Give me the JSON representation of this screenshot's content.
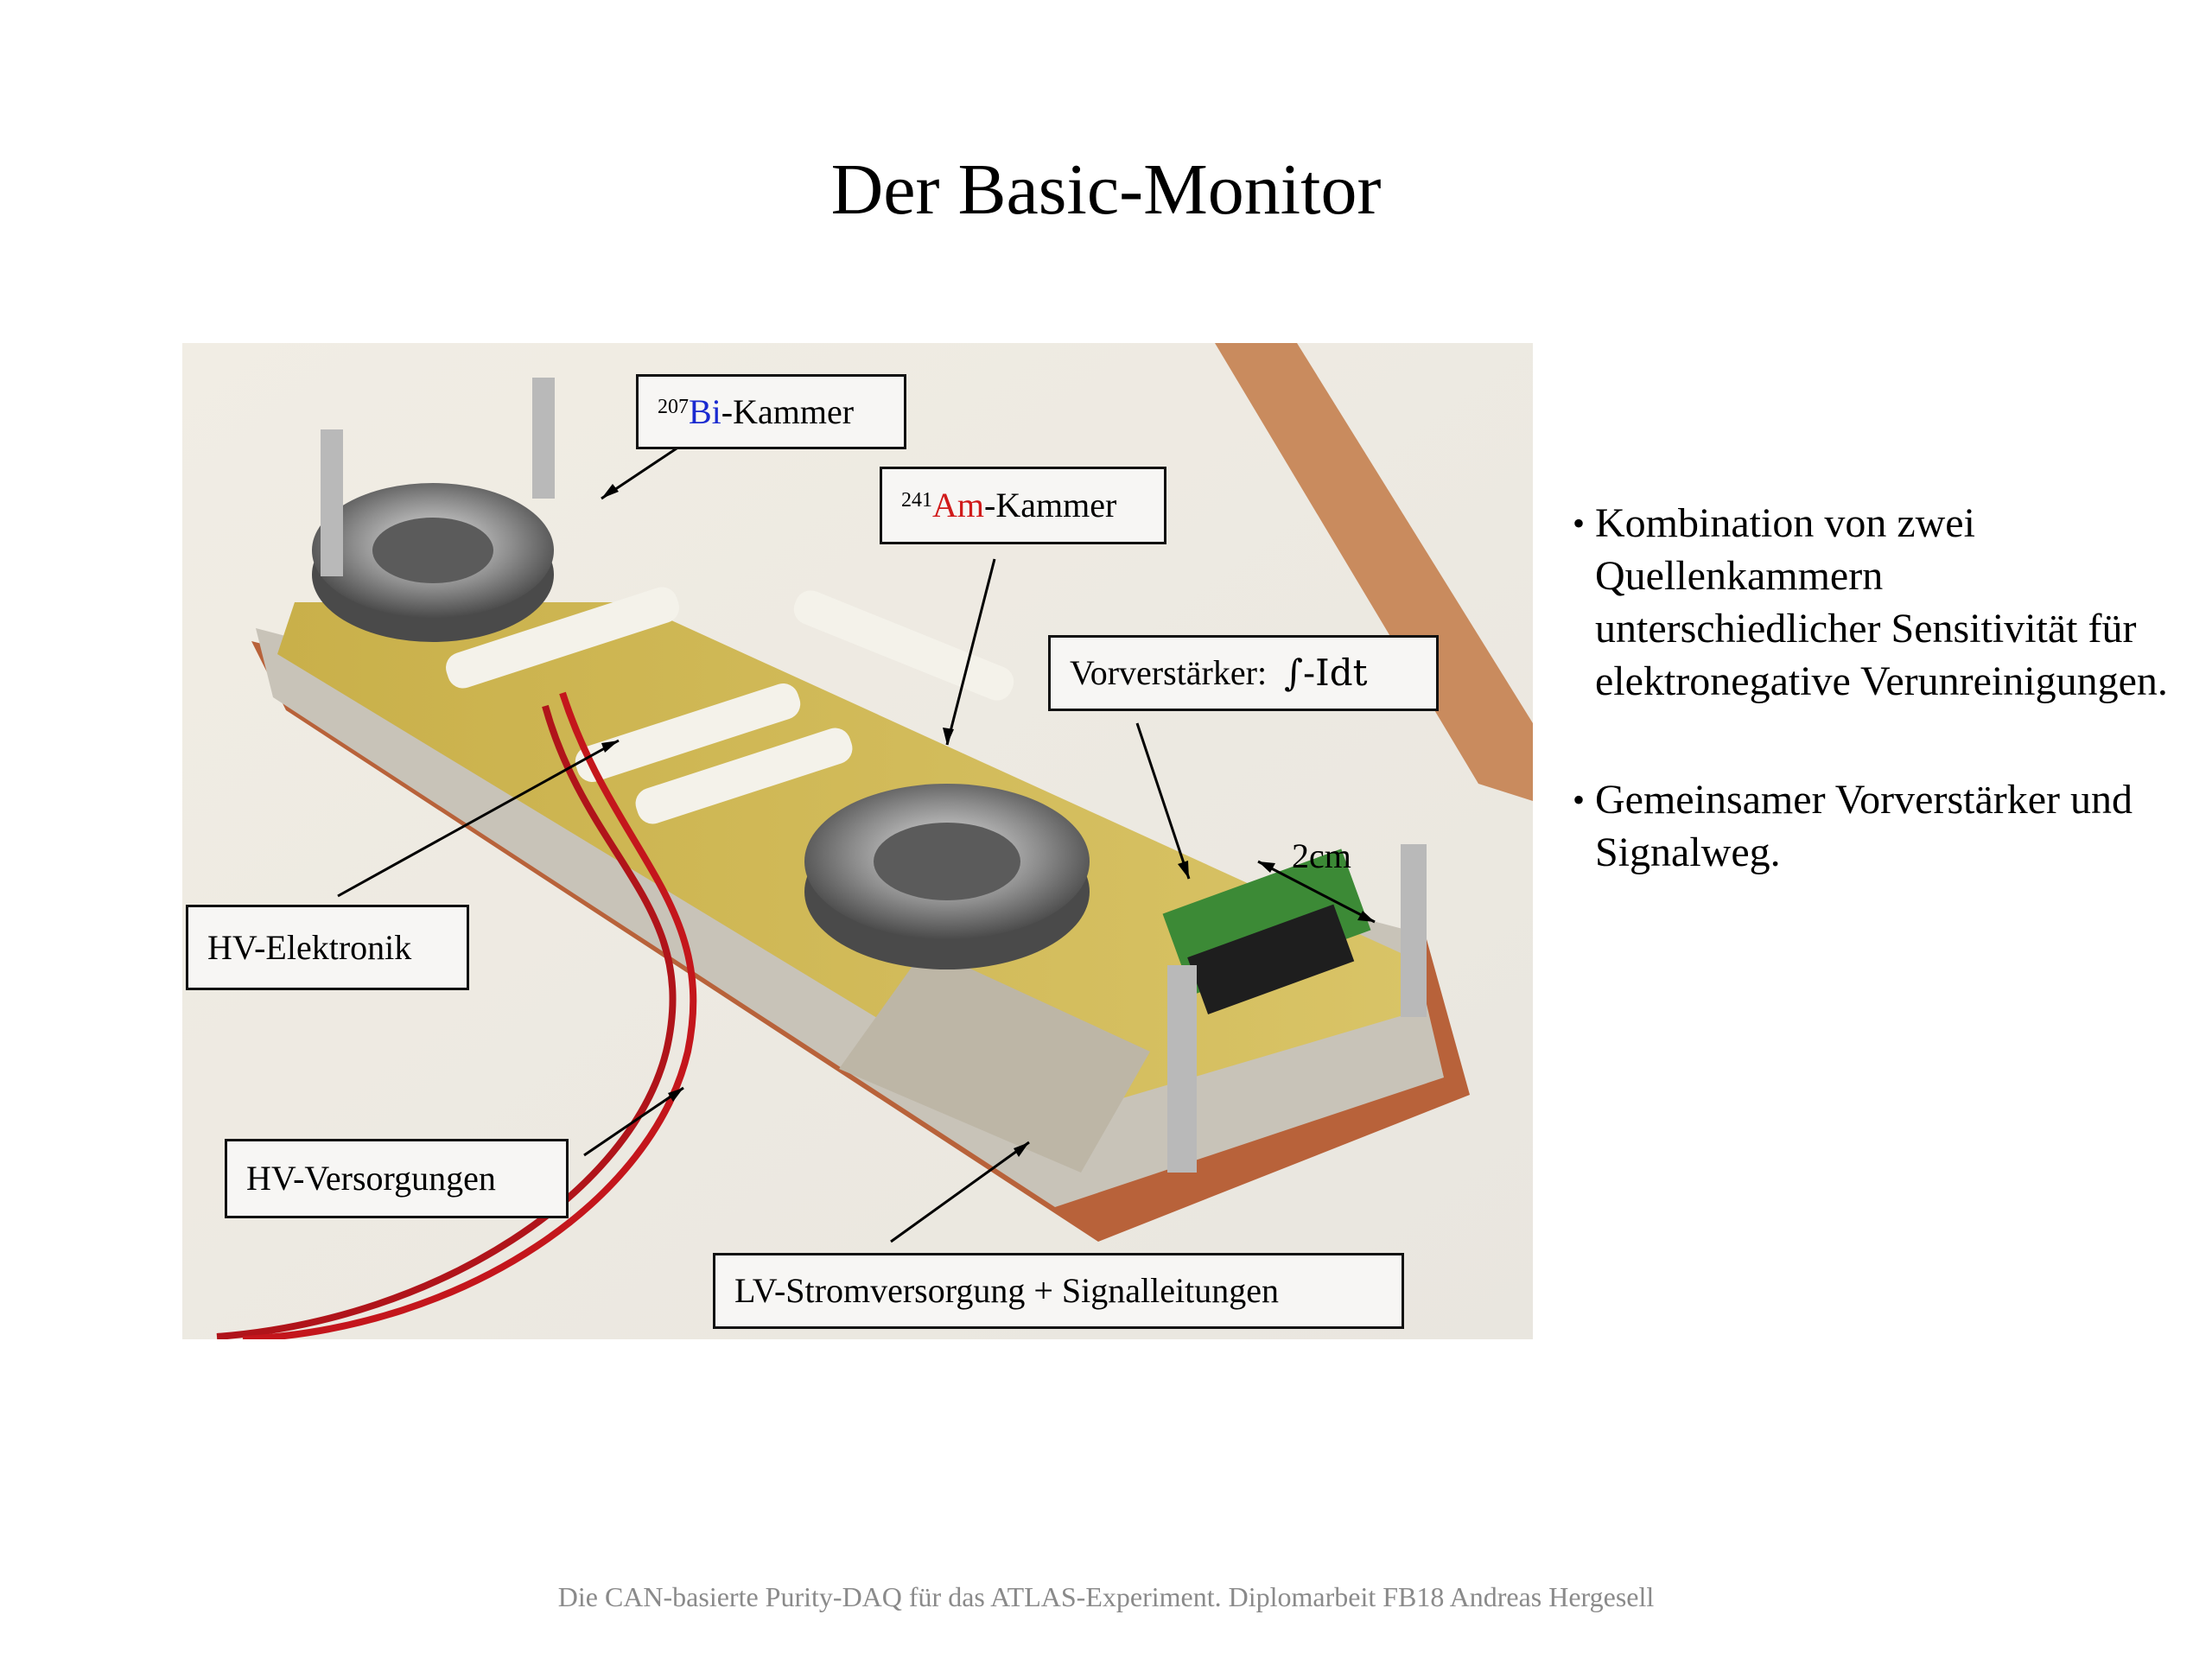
{
  "slide": {
    "title": "Der Basic-Monitor"
  },
  "labels": {
    "bi": {
      "sup": "207",
      "element": "Bi",
      "suffix": "-Kammer"
    },
    "am": {
      "sup": "241",
      "element": "Am",
      "suffix": "-Kammer"
    },
    "preamp": {
      "text": "Vorverstärker:",
      "integral": "∫-Idt"
    },
    "hv_elektronik": "HV-Elektronik",
    "hv_versorgungen": "HV-Versorgungen",
    "lv": "LV-Stromversorgung + Signalleitungen",
    "scale": "2cm"
  },
  "bullets": [
    {
      "text": "Kombination von zwei Quellenkammern unterschiedlicher Sensitivität für elektronegative Verunreinigungen."
    },
    {
      "text": "Gemeinsamer Vorverstärker und Signalweg."
    }
  ],
  "footer": "Die CAN-basierte Purity-DAQ für das ATLAS-Experiment. Diplomarbeit FB18 Andreas Hergesell",
  "colors": {
    "bi_element": "#1a2ad0",
    "am_element": "#d01a1a"
  }
}
